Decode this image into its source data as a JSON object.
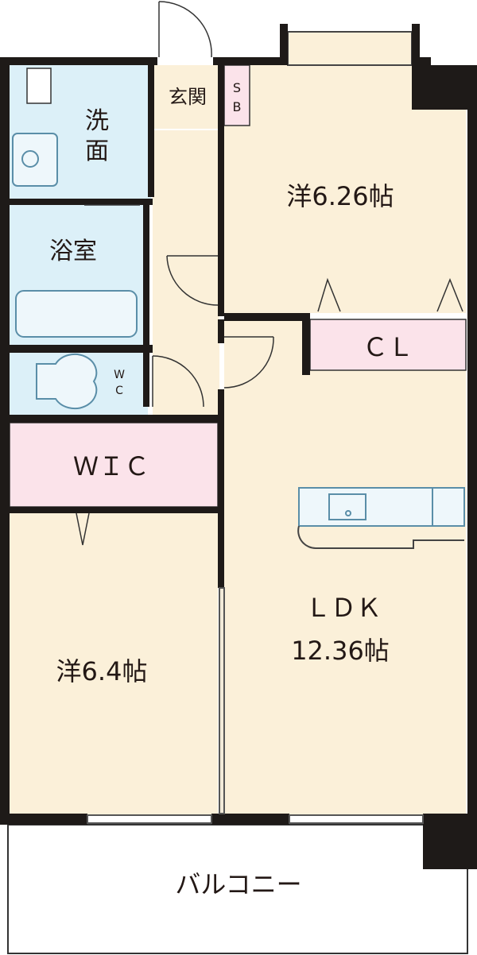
{
  "rooms": {
    "senmen_l1": "洗",
    "senmen_l2": "面",
    "entrance": "玄関",
    "sb_1": "S",
    "sb_2": "B",
    "western_upper": "洋6.26帖",
    "bath": "浴室",
    "closet": "ＣＬ",
    "wc_1": "W",
    "wc_2": "C",
    "wic": "ＷＩＣ",
    "ldk_label": "ＬＤＫ",
    "ldk_size": "12.36帖",
    "western_lower": "洋6.4帖",
    "balcony": "バルコニー"
  },
  "colors": {
    "wall": "#1e1a18",
    "room_beige": "#fbf0d9",
    "wet_blue": "#dcf0f8",
    "storage_pink": "#fbe3ea",
    "fixture_stroke": "#5a8ea8"
  }
}
